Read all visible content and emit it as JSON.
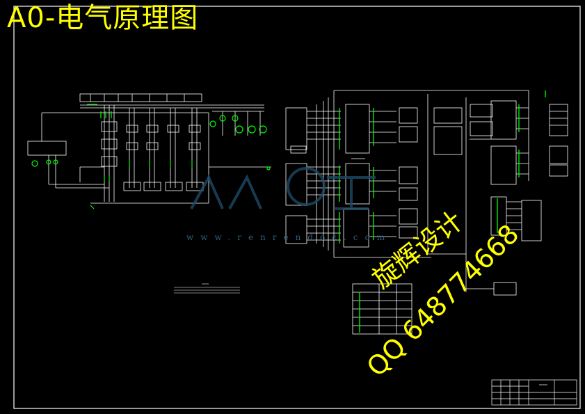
{
  "title": "A0-电气原理图",
  "stamp": {
    "name": "旋辉设计",
    "qq": "QQ 648774668"
  },
  "watermark": {
    "url": "www.renrendoc.com"
  },
  "colors": {
    "background": "#000000",
    "frame": "#ffffff",
    "title_text": "#ffff00",
    "component": "#00ff00",
    "watermark": "#2f5f78"
  }
}
